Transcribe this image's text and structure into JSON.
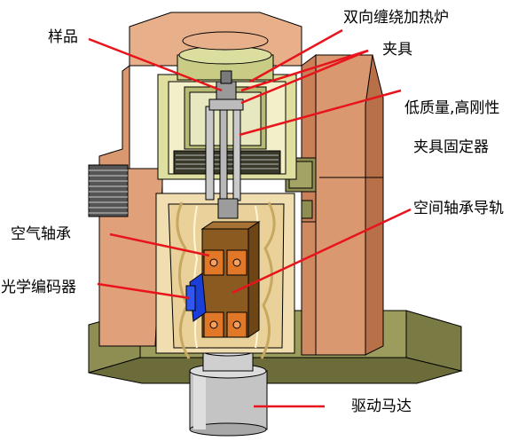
{
  "labels": {
    "sample": "样品",
    "furnace": "双向缠绕加热炉",
    "clamp": "夹具",
    "low_mass": "低质量,高刚性",
    "holder": "夹具固定器",
    "air_bearing": "空气轴承",
    "air_guide": "空间轴承导轨",
    "encoder": "光学编码器",
    "motor": "驱动马达"
  },
  "colors": {
    "leader": "#e8141c",
    "housing": "#e0a07a",
    "housing_dark": "#c98058",
    "chamber": "#f0ddb0",
    "liner": "#e6dc9c",
    "base": "#8e8e52",
    "bearing_block": "#8a5a20",
    "bearing_pad": "#e07828",
    "encoder": "#1a3ed8",
    "motor": "#c8c8c8"
  }
}
